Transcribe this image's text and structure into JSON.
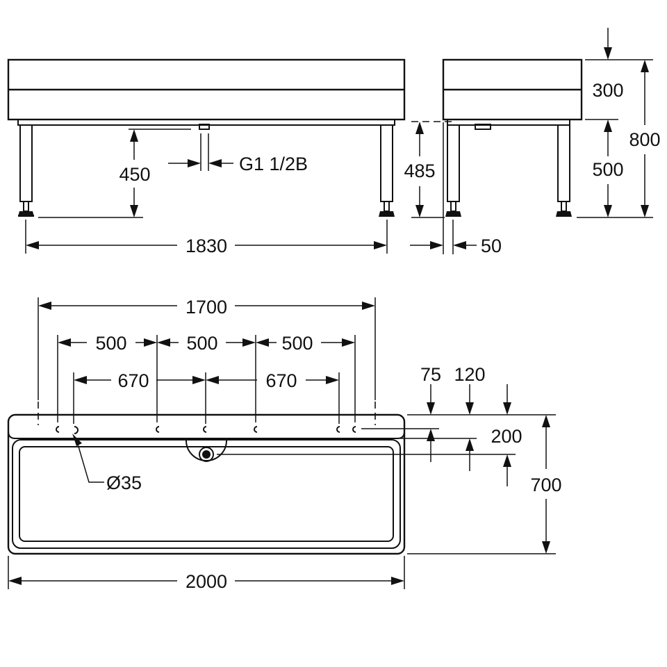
{
  "front_view": {
    "dim_height_outlet": "450",
    "thread_size": "G1 1/2B",
    "dim_leg_span": "1830"
  },
  "side_view": {
    "dim_height_outlet": "485",
    "dim_leg_offset": "50",
    "dim_basin_depth": "300",
    "dim_leg_height": "500",
    "dim_total_height": "800"
  },
  "top_view": {
    "dim_outer_hole_span": "1700",
    "dim_hole_spacing_1": "500",
    "dim_hole_spacing_2": "500",
    "dim_hole_spacing_3": "500",
    "dim_hole_spacing_4": "670",
    "dim_hole_spacing_5": "670",
    "dim_hole_row_offset": "75",
    "dim_rim_offset": "120",
    "dim_outlet_offset": "200",
    "dim_hole_diameter": "Ø35",
    "dim_depth": "700",
    "dim_width": "2000"
  }
}
